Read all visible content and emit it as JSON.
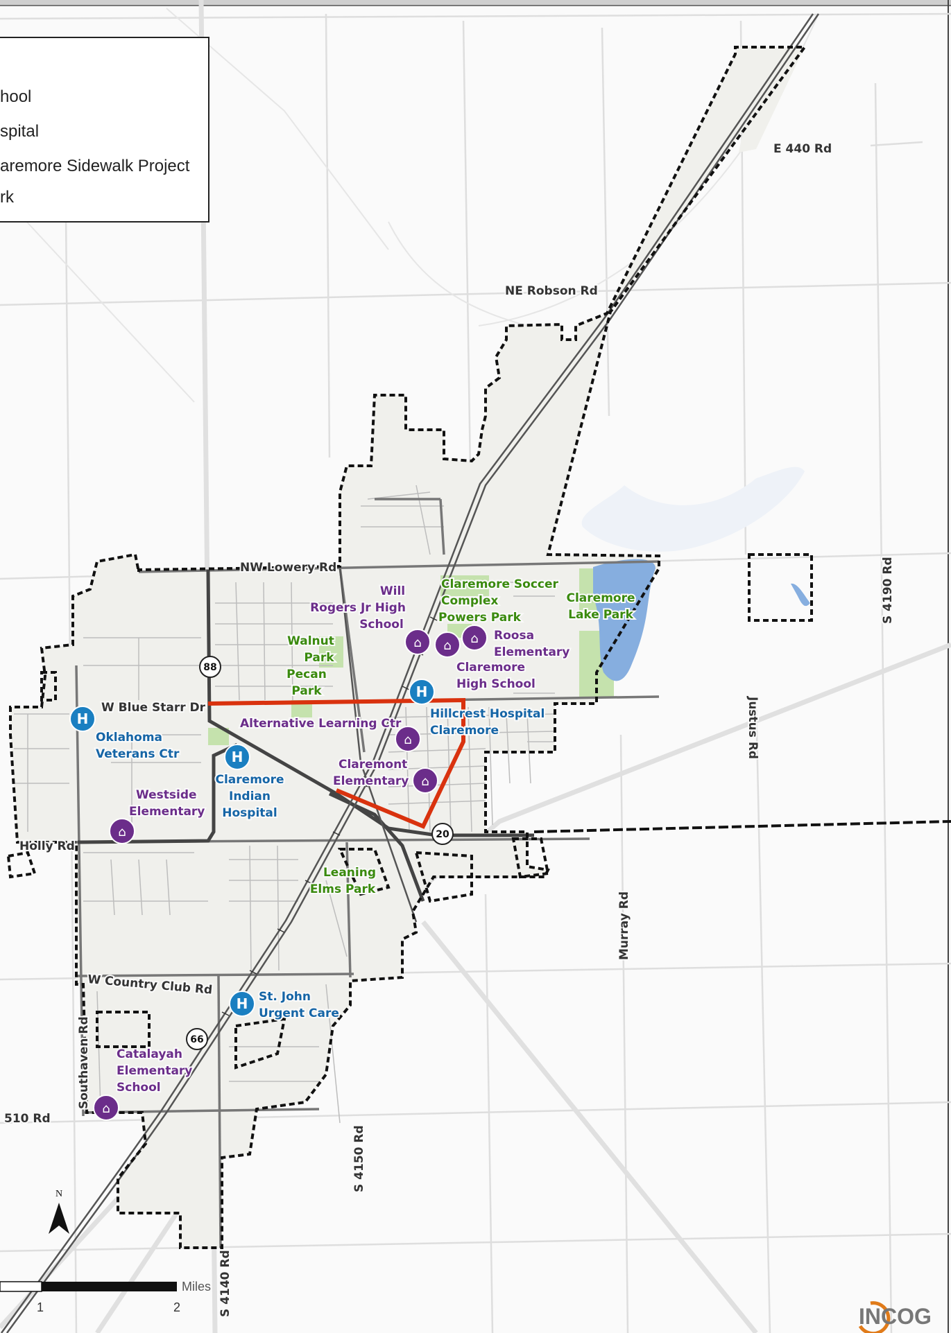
{
  "legend": {
    "items": [
      {
        "label": "hool"
      },
      {
        "label": "spital"
      },
      {
        "label": "aremore Sidewalk Project"
      },
      {
        "label": "rk"
      }
    ]
  },
  "roads": {
    "e440": "E 440 Rd",
    "ne_robson": "NE Robson Rd",
    "nw_lowery": "NW Lowery Rd",
    "w_blue_starr": "W Blue Starr Dr",
    "holly": "Holly Rd",
    "w_country_club": "W Country Club Rd",
    "southaven": "Southaven Rd",
    "rd510": "510 Rd",
    "s4150": "S 4150 Rd",
    "s4140": "S 4140 Rd",
    "murray": "Murray Rd",
    "justus": "Justus Rd",
    "s4190": "S 4190 Rd"
  },
  "shields": {
    "hwy88": "88",
    "hwy20": "20",
    "hwy66": "66"
  },
  "schools": {
    "will_rogers": [
      "Will",
      "Rogers Jr High",
      "School"
    ],
    "roosa": [
      "Roosa",
      "Elementary"
    ],
    "claremore_high": [
      "Claremore",
      "High School"
    ],
    "alt_learning": "Alternative Learning Ctr",
    "claremont": [
      "Claremont",
      "Elementary"
    ],
    "westside": [
      "Westside",
      "Elementary"
    ],
    "catalayah": [
      "Catalayah",
      "Elementary",
      "School"
    ]
  },
  "hospitals": {
    "oklahoma_vets": [
      "Oklahoma",
      "Veterans Ctr"
    ],
    "claremore_indian": [
      "Claremore",
      "Indian",
      "Hospital"
    ],
    "hillcrest": [
      "Hillcrest Hospital",
      "Claremore"
    ],
    "st_john": [
      "St. John",
      "Urgent Care"
    ]
  },
  "parks": {
    "soccer": [
      "Claremore Soccer",
      "Complex"
    ],
    "powers": "Powers Park",
    "lake": [
      "Claremore",
      "Lake Park"
    ],
    "walnut": [
      "Walnut",
      "Park"
    ],
    "pecan": [
      "Pecan",
      "Park"
    ],
    "leaning_elms": [
      "Leaning",
      "Elms Park"
    ]
  },
  "scale": {
    "unit": "Miles",
    "tick1": "1",
    "tick2": "2"
  },
  "north": "N",
  "logo": "INCOG",
  "colors": {
    "school": "#6b2d8a",
    "hospital": "#1a7fc1",
    "park_text": "#3a8a0e",
    "sidewalk": "#d9320e",
    "city_fill": "#f0f0ec",
    "park_fill": "#b9dca0",
    "water": "#86aedf"
  }
}
